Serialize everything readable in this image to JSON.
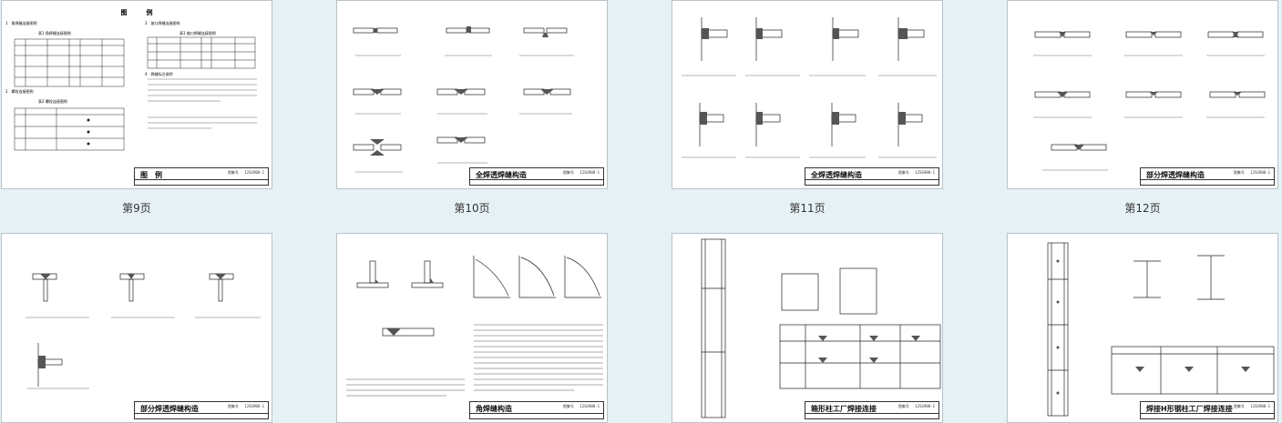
{
  "pages": [
    {
      "label": "第9页",
      "title": "图　例",
      "sheet": "图集号 　12SG908-1"
    },
    {
      "label": "第10页",
      "title": "全焊透焊缝构造",
      "sheet": "图集号 　12SG908-1"
    },
    {
      "label": "第11页",
      "title": "全焊透焊缝构造",
      "sheet": "图集号 　12SG908-1"
    },
    {
      "label": "第12页",
      "title": "部分焊透焊缝构造",
      "sheet": "图集号 　12SG908-1"
    },
    {
      "label": "",
      "title": "部分焊透焊缝构造",
      "sheet": "图集号 　12SG908-1"
    },
    {
      "label": "",
      "title": "角焊缝构造",
      "sheet": "图集号 　12SG908-1"
    },
    {
      "label": "",
      "title": "箱形柱工厂焊接连接",
      "sheet": "图集号 　12SG908-1"
    },
    {
      "label": "",
      "title": "焊接H形钢柱工厂焊接连接",
      "sheet": "图集号 　12SG908-1"
    }
  ],
  "page9": {
    "heading": "图　　　例",
    "sec1": "1　角焊缝连接图例",
    "table1": "表1 角焊缝连接图例",
    "sec2": "2　螺栓连接图例",
    "table2": "表2 螺栓连接图例",
    "sec3": "3　坡口焊缝连接图例",
    "table3": "表3 坡口焊缝连接图例",
    "sec4": "4　焊缝标注说明"
  },
  "colors": {
    "bg": "#e6f1f5",
    "page": "#ffffff",
    "ink": "#222222"
  }
}
